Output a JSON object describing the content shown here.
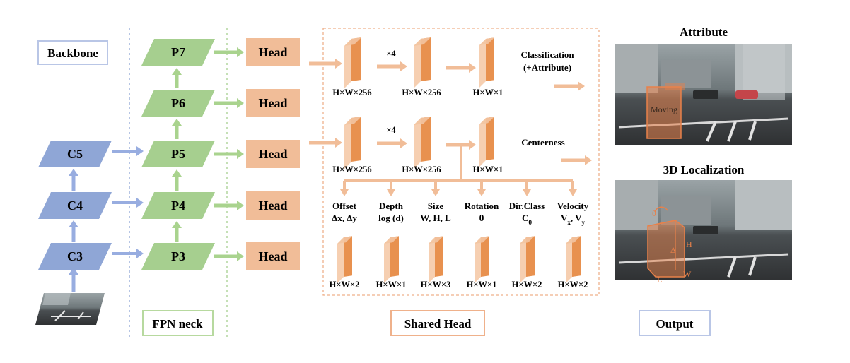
{
  "colors": {
    "blue_fill": "#8fa6d6",
    "blue_arrow": "#98ade0",
    "green_fill": "#a6cf8f",
    "green_arrow": "#a9d38e",
    "orange_fill": "#f1bd98",
    "orange_dark": "#e8914f",
    "orange_light": "#f6cfb1",
    "label_border_blue": "#b9c6e6",
    "label_border_orange": "#efb18b",
    "label_border_green": "#b7d99f"
  },
  "sections": {
    "backbone": "Backbone",
    "fpn_neck": "FPN neck",
    "shared_head": "Shared Head",
    "output": "Output"
  },
  "backbone": {
    "levels": [
      "C3",
      "C4",
      "C5"
    ]
  },
  "fpn": {
    "levels": [
      "P3",
      "P4",
      "P5",
      "P6",
      "P7"
    ]
  },
  "heads": [
    "Head",
    "Head",
    "Head",
    "Head",
    "Head"
  ],
  "shared_head": {
    "branch1": {
      "dims": [
        "H×W×256",
        "H×W×256",
        "H×W×1"
      ],
      "repeat": "×4",
      "output": "Classification",
      "output_sub": "(+Attribute)"
    },
    "branch2": {
      "dims": [
        "H×W×256",
        "H×W×256",
        "H×W×1"
      ],
      "repeat": "×4",
      "output": "Centerness"
    },
    "regressions": [
      {
        "line1": "Offset",
        "line2": "Δx, Δy",
        "dim": "H×W×2"
      },
      {
        "line1": "Depth",
        "line2": "log (d)",
        "dim": "H×W×1"
      },
      {
        "line1": "Size",
        "line2": "W, H, L",
        "dim": "H×W×3"
      },
      {
        "line1": "Rotation",
        "line2": "θ",
        "dim": "H×W×1"
      },
      {
        "line1": "Dir.Class",
        "line2": "C",
        "line2_sub": "θ",
        "dim": "H×W×2"
      },
      {
        "line1": "Velocity",
        "line2": "V",
        "line2_sub": "x",
        "line2_mid": ", V",
        "line2_sub2": "y",
        "dim": "H×W×2"
      }
    ]
  },
  "output": {
    "attribute_title": "Attribute",
    "localization_title": "3D Localization",
    "moving_label": "Moving",
    "loc_labels": {
      "theta": "θ",
      "delta": "Δ",
      "h": "H",
      "w": "W",
      "l": "L"
    }
  }
}
